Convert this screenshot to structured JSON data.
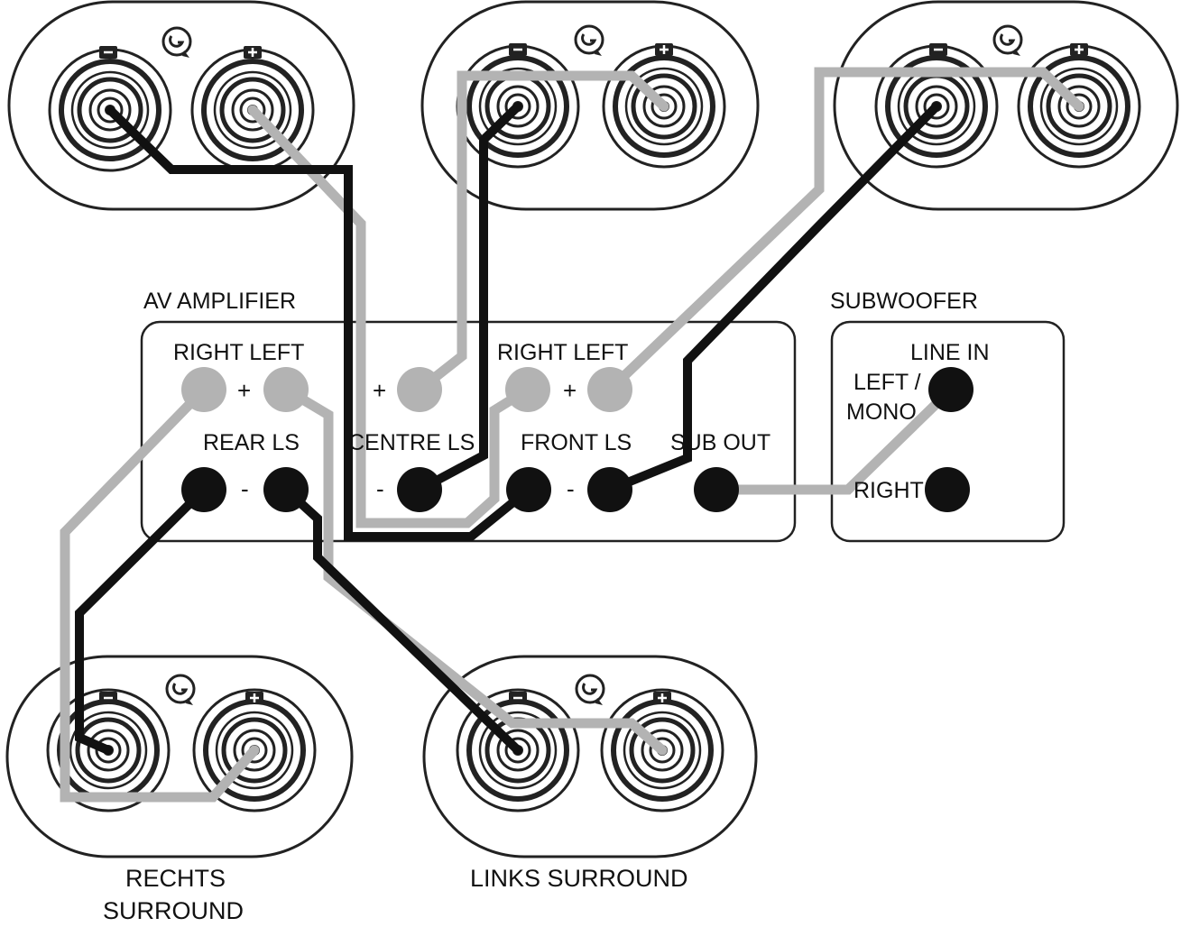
{
  "colors": {
    "positive_wire": "#b3b3b3",
    "negative_wire": "#111111",
    "outline": "#222222",
    "background": "#ffffff"
  },
  "amplifier": {
    "title": "AV AMPLIFIER",
    "rear": {
      "pair_label": "RIGHT LEFT",
      "group_label": "REAR LS",
      "plus": "+",
      "minus": "-"
    },
    "centre": {
      "group_label": "CENTRE LS",
      "plus": "+",
      "minus": "-"
    },
    "front": {
      "pair_label": "RIGHT LEFT",
      "group_label": "FRONT LS",
      "plus": "+",
      "minus": "-"
    },
    "sub_out": "SUB OUT"
  },
  "subwoofer": {
    "title": "SUBWOOFER",
    "line_in": "LINE IN",
    "left_mono_1": "LEFT /",
    "left_mono_2": "MONO",
    "right": "RIGHT"
  },
  "speakers": {
    "minus_symbol": "−",
    "plus_symbol": "+",
    "rear_right_label_1": "RECHTS",
    "rear_right_label_2": "SURROUND",
    "rear_left_label": "LINKS SURROUND"
  },
  "icons": [
    "speaker-terminal-icon",
    "ground-symbol-icon",
    "banana-socket-icon"
  ]
}
